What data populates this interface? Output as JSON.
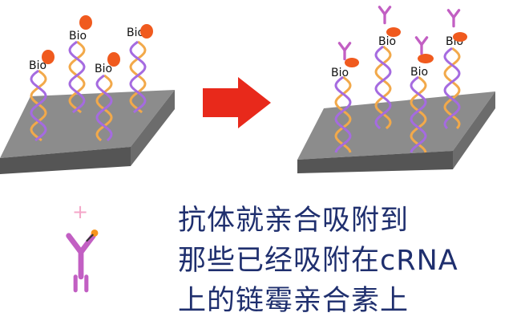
{
  "bio_label": "Bio",
  "plus_sign": "+",
  "caption": {
    "line1": "抗体就亲合吸附到",
    "line2": "那些已经吸附在cRNA",
    "line3": "上的链霉亲合素上"
  },
  "colors": {
    "strand_orange": "#f2a94a",
    "strand_purple": "#a56be0",
    "streptavidin": "#f05a1e",
    "antibody": "#c25fc3",
    "arrow": "#e8291b",
    "caption_text": "#1f2f6e",
    "platform_top": "#8a8a8a"
  },
  "icons": [
    "dna-helix-icon",
    "streptavidin-icon",
    "antibody-icon",
    "right-arrow-icon"
  ]
}
